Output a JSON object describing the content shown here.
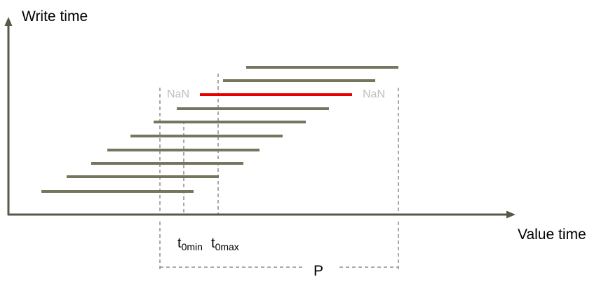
{
  "axes": {
    "y_title": "Write time",
    "x_title": "Value time"
  },
  "nan_labels": {
    "left": "NaN",
    "right": "NaN"
  },
  "ticks": {
    "t0min": {
      "base": "t",
      "sub": "0min"
    },
    "t0max": {
      "base": "t",
      "sub": "0max"
    }
  },
  "period": {
    "label": "P"
  },
  "colors": {
    "axis": "#59574a",
    "segment": "#76765f",
    "highlight": "#e60000",
    "guide": "#7a7a7a",
    "nan_text": "#bfbfbf"
  },
  "segments": [
    {
      "highlight": false
    },
    {
      "highlight": false
    },
    {
      "highlight": false
    },
    {
      "highlight": false
    },
    {
      "highlight": false
    },
    {
      "highlight": false
    },
    {
      "highlight": false
    },
    {
      "highlight": true
    },
    {
      "highlight": false
    },
    {
      "highlight": false
    }
  ]
}
